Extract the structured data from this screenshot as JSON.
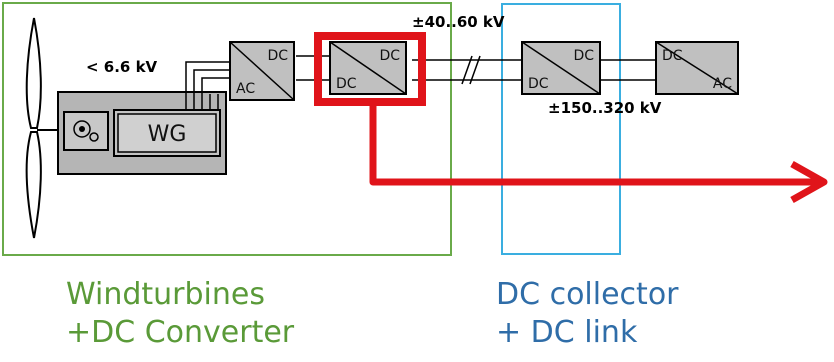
{
  "diagram": {
    "voltages": {
      "generator_side": "< 6.6 kV",
      "collector": "±40..60 kV",
      "transmission": "±150..320 kV"
    },
    "converters": [
      {
        "id": "ac-dc",
        "top": "DC",
        "bottom": "AC"
      },
      {
        "id": "dc-dc-turbine",
        "top": "DC",
        "bottom": "DC",
        "highlighted": true
      },
      {
        "id": "dc-dc-collector",
        "top": "DC",
        "bottom": "DC"
      },
      {
        "id": "dc-ac",
        "top": "DC",
        "bottom": "AC"
      }
    ],
    "generator": {
      "label": "WG"
    },
    "regions": {
      "turbine": {
        "line1": "Windturbines",
        "line2": "+DC Converter",
        "color": "#5a9a38"
      },
      "collector": {
        "line1": "DC collector",
        "line2": "+ DC link",
        "color": "#2f6da8"
      }
    },
    "highlight_color": "#e0141a"
  }
}
